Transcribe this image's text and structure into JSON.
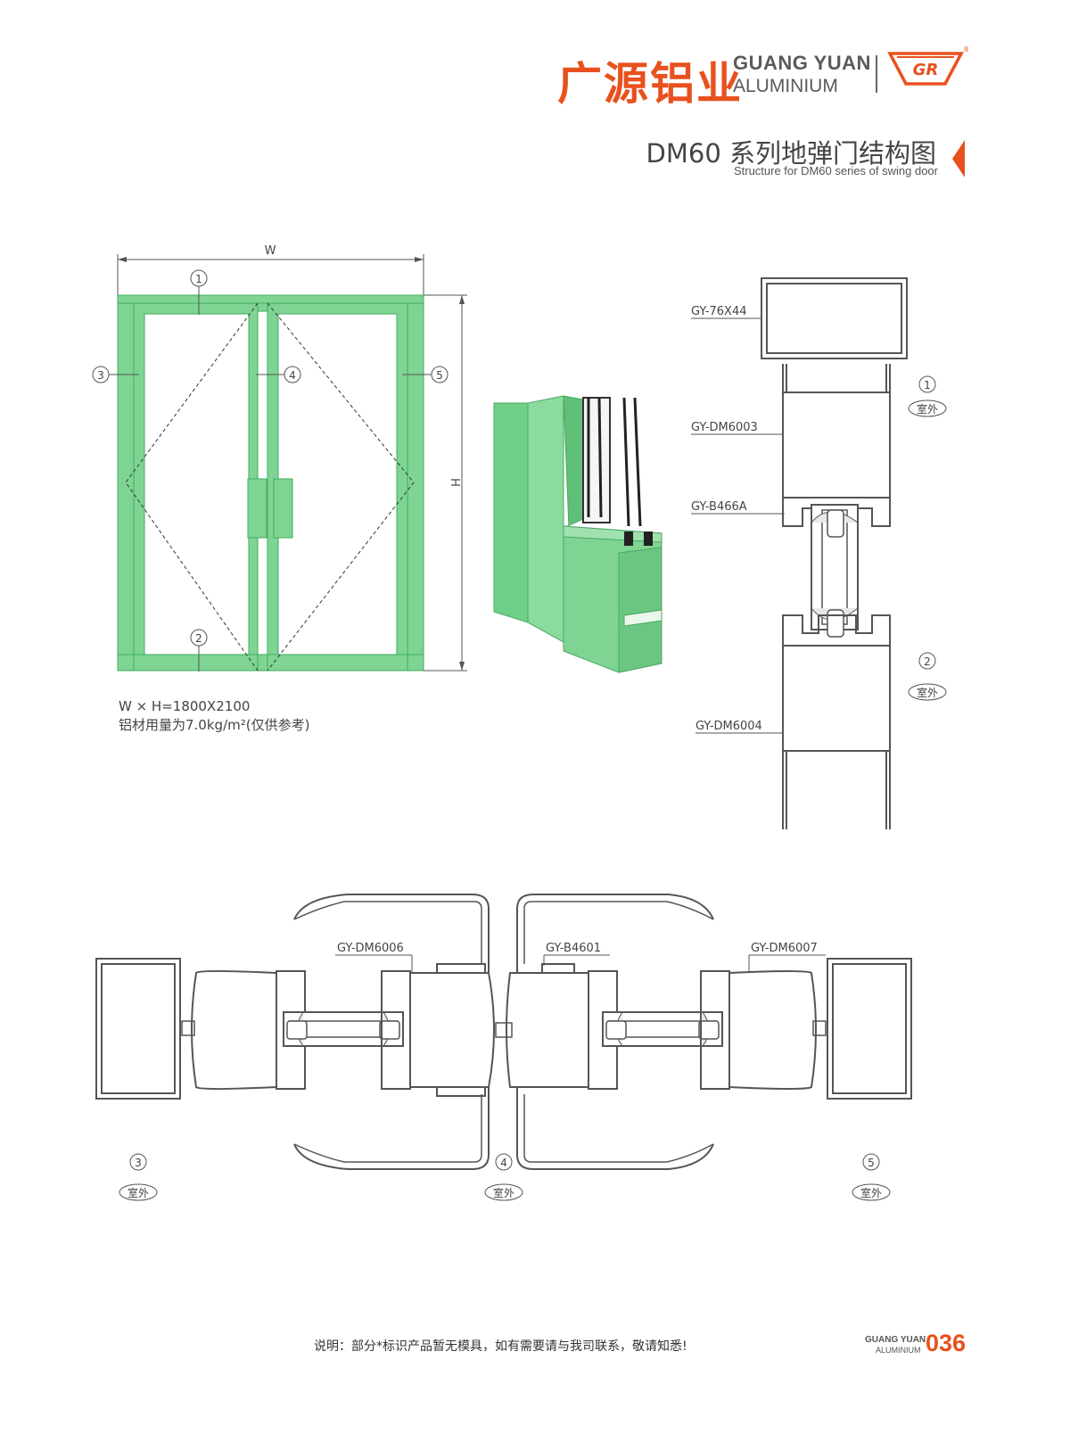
{
  "header": {
    "brand_cn": "广源铝业",
    "brand_en_line1": "GUANG YUAN",
    "brand_en_line2": "ALUMINIUM",
    "logo_mark": "GR",
    "logo_reg": "®"
  },
  "title": {
    "main": "DM60 系列地弹门结构图",
    "sub": "Structure for DM60 series of swing door"
  },
  "elevation": {
    "width_label": "W",
    "height_label": "H",
    "markers": [
      "1",
      "2",
      "3",
      "4",
      "5"
    ]
  },
  "dimensions": {
    "size": "W × H=1800X2100",
    "usage": "铝材用量为7.0kg/m²(仅供参考)"
  },
  "vertical_section": {
    "labels": [
      "GY-76X44",
      "GY-DM6003",
      "GY-B466A",
      "GY-DM6004"
    ],
    "markers": [
      "1",
      "2"
    ],
    "outdoor": "室外"
  },
  "horizontal_section": {
    "labels": [
      "GY-DM6006",
      "GY-B4601",
      "GY-DM6007"
    ],
    "markers": [
      "3",
      "4",
      "5"
    ],
    "outdoor": "室外"
  },
  "footer": {
    "note": "说明：部分*标识产品暂无模具，如有需要请与我司联系，敬请知悉!",
    "brand_line1": "GUANG YUAN",
    "brand_line2": "ALUMINIUM",
    "page_number": "036"
  },
  "colors": {
    "accent": "#e8511e",
    "frame_green": "#7fd494",
    "frame_green_dark": "#3fae5e",
    "profile_stroke": "#555555"
  }
}
